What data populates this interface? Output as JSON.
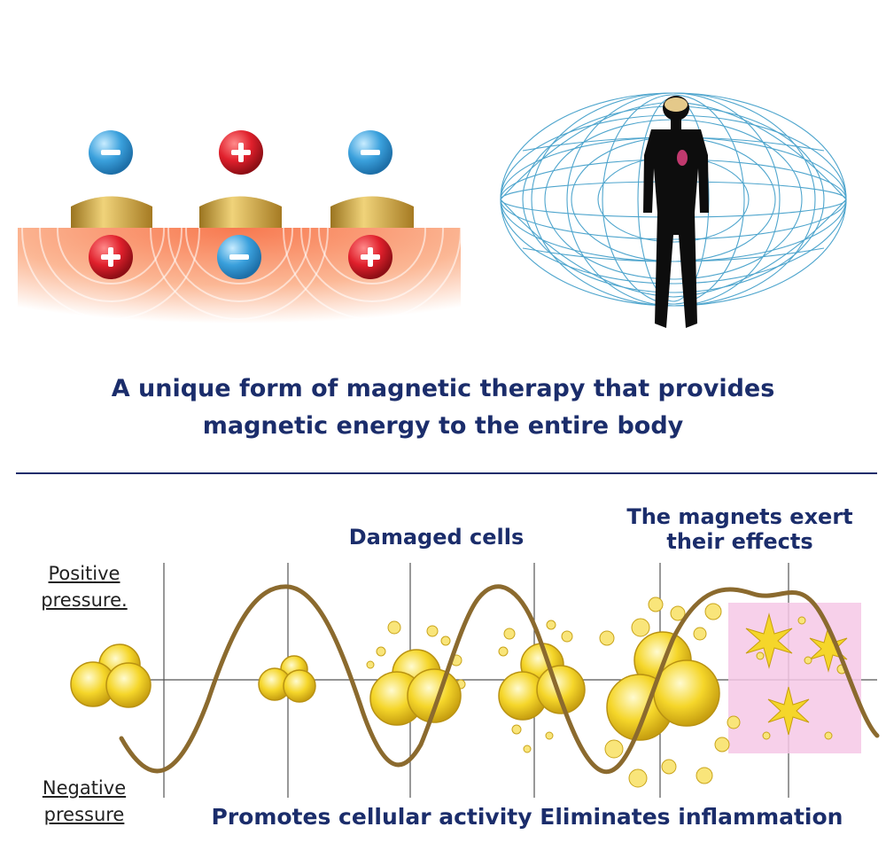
{
  "headline": {
    "line1": "A unique form of magnetic therapy that provides",
    "line2": "magnetic energy to the entire body"
  },
  "diagram": {
    "damaged_cells_label": "Damaged cells",
    "magnets_label_line1": "The magnets exert",
    "magnets_label_line2": "their effects",
    "positive_line1": "Positive",
    "positive_line2": "pressure.",
    "negative_line1": "Negative",
    "negative_line2": "pressure",
    "bottom_caption": "Promotes cellular activity Eliminates inflammation"
  },
  "colors": {
    "navy": "#1b2d6b",
    "wave": "#8b6a2e",
    "cell": "#f5d62a",
    "ion_positive": "#d8202a",
    "ion_negative": "#3aa0dc",
    "magnet_gold": "#c9a13a",
    "mesh": "#3c9cc8"
  },
  "icons": [
    "minus-ion-icon",
    "plus-ion-icon",
    "magnet-icon",
    "body-silhouette-icon"
  ]
}
